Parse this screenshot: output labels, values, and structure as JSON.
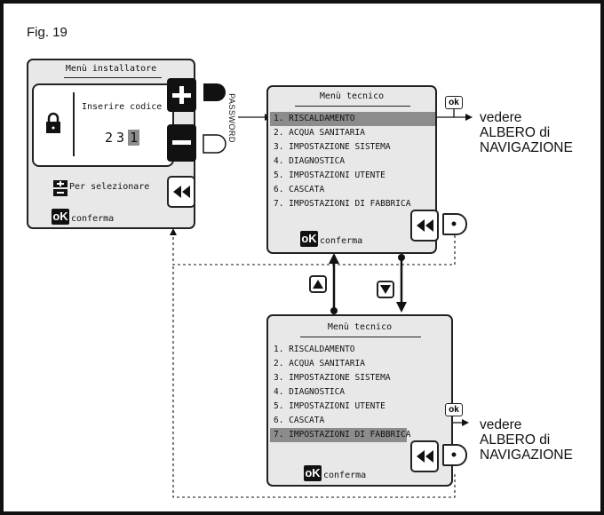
{
  "figure": {
    "label": "Fig. 19"
  },
  "installer_screen": {
    "title": "Menù installatore",
    "prompt": "Inserire codice",
    "code_digits": [
      "2",
      "3",
      "1"
    ],
    "select_label": "Per selezionare",
    "ok_label": "oK",
    "confirm_label": "conferma"
  },
  "password_label": "PASSWORD",
  "tech_menu_top": {
    "title": "Menù tecnico",
    "items": [
      "1. RISCALDAMENTO",
      "2. ACQUA SANITARIA",
      "3. IMPOSTAZIONE SISTEMA",
      "4. DIAGNOSTICA",
      "5. IMPOSTAZIONI UTENTE",
      "6. CASCATA",
      "7. IMPOSTAZIONI DI FABBRICA"
    ],
    "selected_index": 0,
    "ok_label": "oK",
    "confirm_label": "conferma"
  },
  "tech_menu_bottom": {
    "title": "Menù tecnico",
    "items": [
      "1. RISCALDAMENTO",
      "2. ACQUA SANITARIA",
      "3. IMPOSTAZIONE SISTEMA",
      "4. DIAGNOSTICA",
      "5. IMPOSTAZIONI UTENTE",
      "6. CASCATA",
      "7. IMPOSTAZIONI DI FABBRICA"
    ],
    "selected_index": 6,
    "ok_label": "oK",
    "confirm_label": "conferma"
  },
  "ok_key_label": "ok",
  "see_tree_top": [
    "vedere",
    "ALBERO di",
    "NAVIGAZIONE"
  ],
  "see_tree_bottom": [
    "vedere",
    "ALBERO di",
    "NAVIGAZIONE"
  ],
  "icons": [
    "lock-icon",
    "plus-icon",
    "minus-icon",
    "plus-minus-icon",
    "back-double-arrow-icon",
    "dot-key-icon",
    "up-triangle-icon",
    "down-triangle-icon",
    "arrow-right-icon"
  ]
}
